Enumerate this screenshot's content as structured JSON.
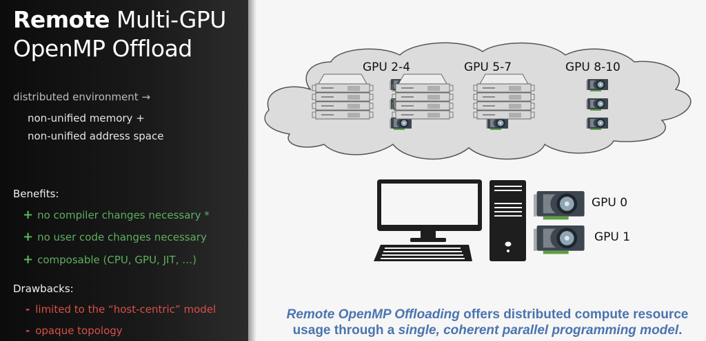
{
  "slide": {
    "title": {
      "bold": "Remote",
      "rest_line1": " Multi-GPU",
      "line2": "OpenMP Offload"
    },
    "environment": {
      "lead": "distributed environment →",
      "items": [
        "non-unified memory +",
        "non-unified address space"
      ]
    },
    "benefits": {
      "heading": "Benefits:",
      "sign": "+",
      "items": [
        "no compiler changes necessary *",
        "no user code changes necessary",
        "composable (CPU, GPU, JIT, …)"
      ]
    },
    "drawbacks": {
      "heading": "Drawbacks:",
      "sign": "-",
      "items": [
        "limited to the “host-centric” model",
        "opaque topology"
      ]
    },
    "diagram": {
      "cloud_groups": [
        {
          "label": "GPU 2-4",
          "icon": "server-rack-icon"
        },
        {
          "label": "GPU 5-7",
          "icon": "server-rack-icon"
        },
        {
          "label": "GPU 8-10",
          "icon": "server-rack-icon"
        }
      ],
      "local_gpus": [
        "GPU 0",
        "GPU 1"
      ]
    },
    "caption": {
      "part1_italic": "Remote OpenMP Offloading",
      "part2": " offers distributed compute resource usage through a ",
      "part3_italic": "single, coherent parallel programming model",
      "part4": "."
    },
    "colors": {
      "benefit": "#5fae5f",
      "drawback": "#d8504a",
      "caption": "#4a74b0"
    }
  }
}
